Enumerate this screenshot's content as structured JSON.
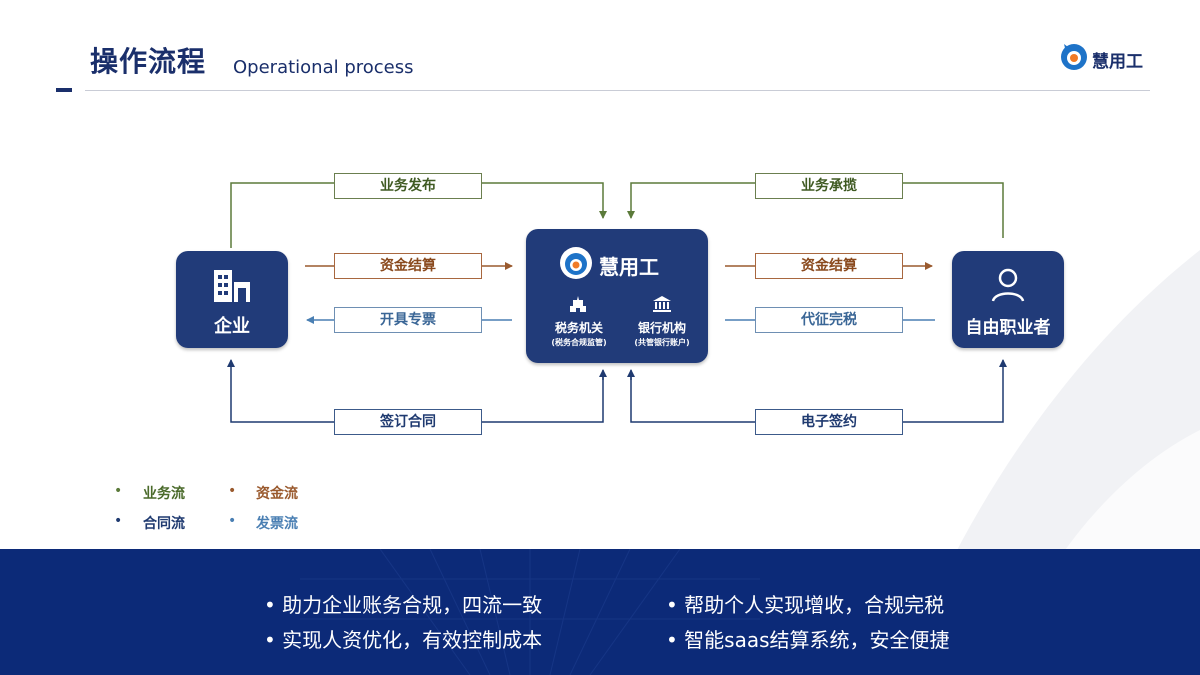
{
  "header": {
    "title": "操作流程",
    "subtitle": "Operational process",
    "brand": "慧用工"
  },
  "nodes": {
    "enterprise": "企业",
    "platform": {
      "brand": "慧用工",
      "tax_name": "税务机关",
      "tax_note": "(税务合规监管)",
      "bank_name": "银行机构",
      "bank_note": "(共管银行账户)"
    },
    "freelancer": "自由职业者"
  },
  "flow_labels": {
    "business_publish": "业务发布",
    "business_undertake": "业务承揽",
    "fund_settle_left": "资金结算",
    "fund_settle_right": "资金结算",
    "invoice_special": "开具专票",
    "tax_withhold": "代征完税",
    "sign_contract": "签订合同",
    "e_sign": "电子签约"
  },
  "legend": {
    "business": "业务流",
    "fund": "资金流",
    "contract": "合同流",
    "invoice": "发票流"
  },
  "benefits": [
    "助力企业账务合规，四流一致",
    "帮助个人实现增收，合规完税",
    "实现人资优化，有效控制成本",
    "智能saas结算系统，安全便捷"
  ],
  "colors": {
    "business": "#5b7a3a",
    "fund": "#9a5a2e",
    "contract": "#1f3a70",
    "invoice": "#4a7fb3",
    "node": "#213b79",
    "band": "#0c2a78"
  }
}
